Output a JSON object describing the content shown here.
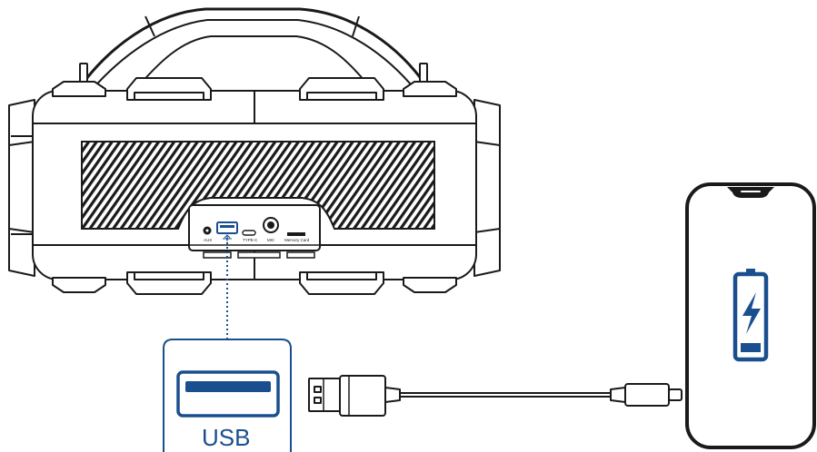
{
  "ports": {
    "aux": "AUX",
    "type_c": "TYPE-C",
    "mic": "MIC",
    "memory_card": "Memory Card"
  },
  "callout": {
    "label": "USB"
  },
  "colors": {
    "accent": "#1a4f8f",
    "outline": "#1a1a1a",
    "background": "#ffffff"
  },
  "icons": {
    "speaker": "speaker-icon",
    "usb_port": "usb-port-icon",
    "cable": "usb-cable-icon",
    "phone": "smartphone-icon",
    "battery": "battery-charging-icon"
  }
}
